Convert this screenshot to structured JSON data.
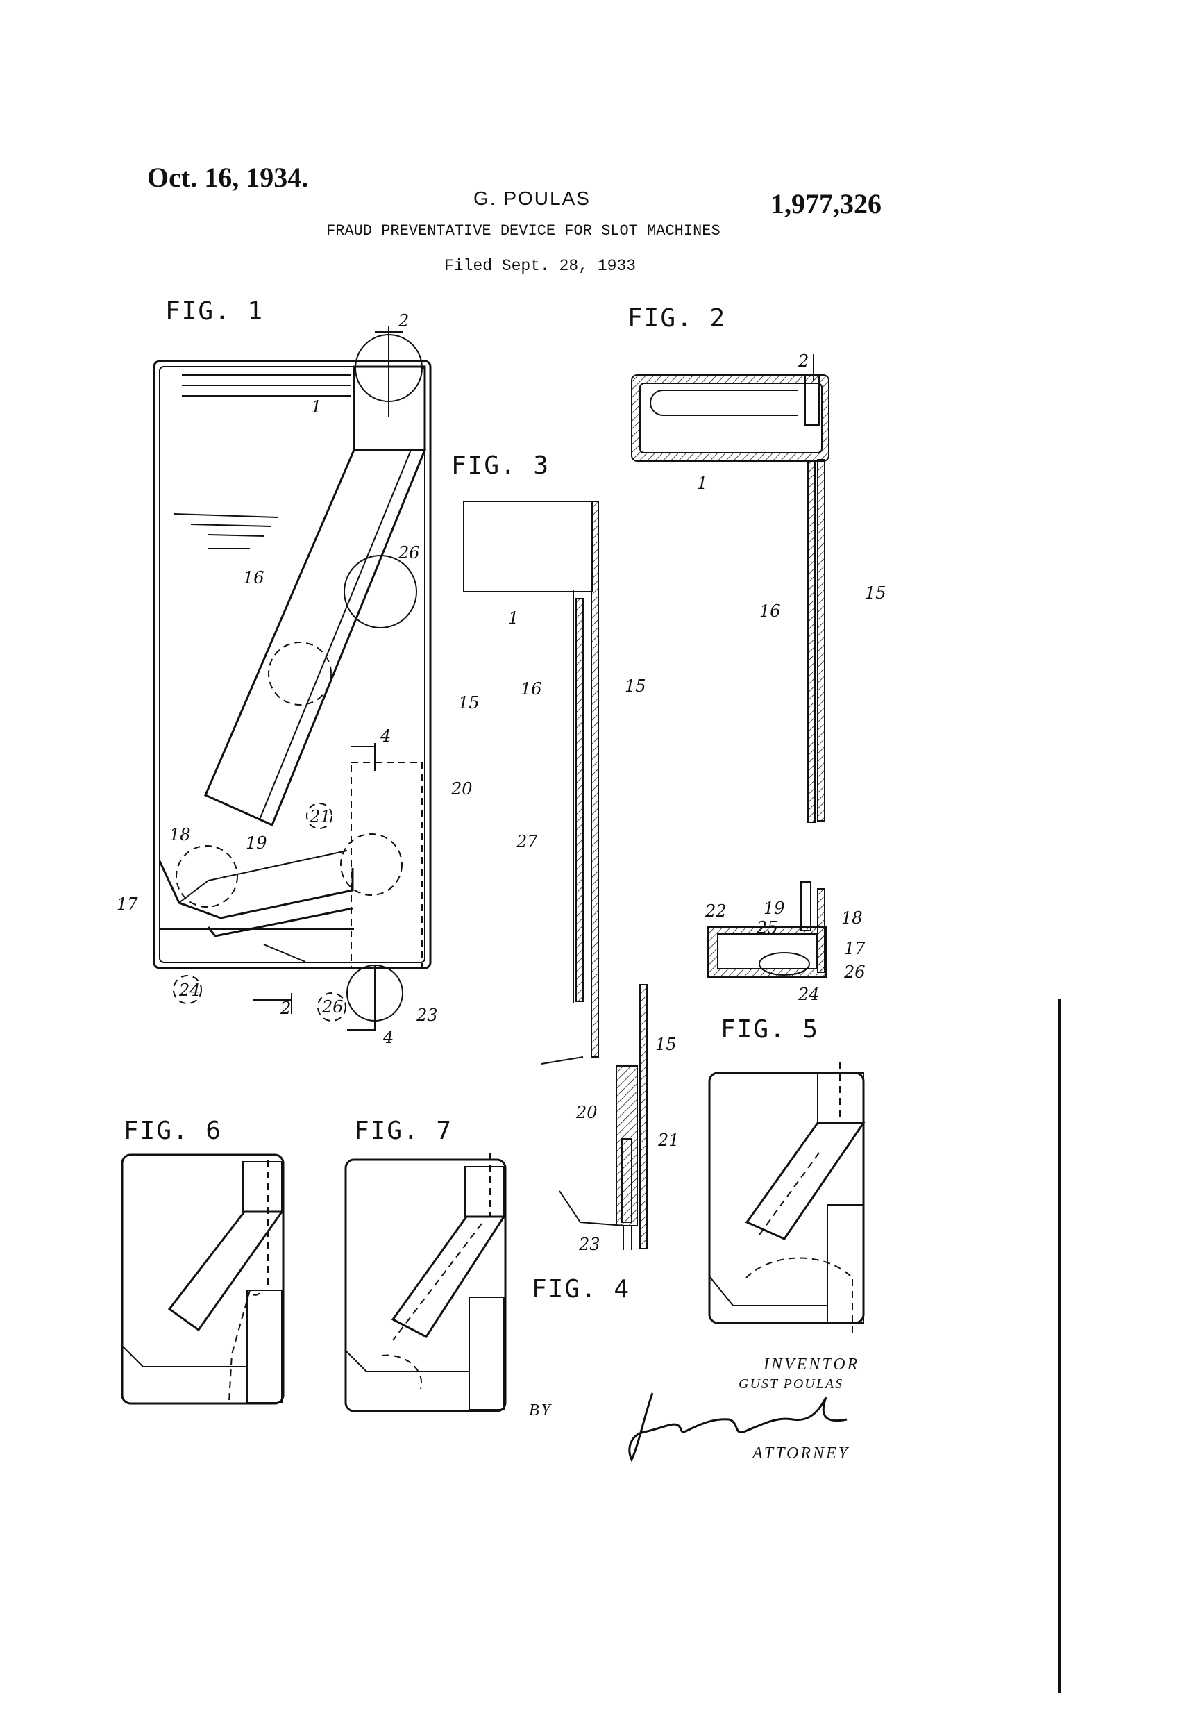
{
  "header": {
    "date": "Oct. 16, 1934.",
    "inventor": "G. POULAS",
    "patent_number": "1,977,326",
    "title": "FRAUD PREVENTATIVE DEVICE FOR SLOT MACHINES",
    "filed": "Filed Sept. 28, 1933"
  },
  "figures": {
    "fig1": "FIG. 1",
    "fig2": "FIG. 2",
    "fig3": "FIG. 3",
    "fig4": "FIG. 4",
    "fig5": "FIG. 5",
    "fig6": "FIG. 6",
    "fig7": "FIG. 7"
  },
  "reference_numerals": {
    "n1": "1",
    "n2": "2",
    "n4": "4",
    "n15": "15",
    "n16": "16",
    "n17": "17",
    "n18": "18",
    "n19": "19",
    "n20": "20",
    "n21": "21",
    "n22": "22",
    "n23": "23",
    "n24": "24",
    "n25": "25",
    "n26": "26",
    "n27": "27"
  },
  "footer": {
    "by": "BY",
    "inventor_label": "INVENTOR",
    "inventor_name": "GUST POULAS",
    "attorney_label": "ATTORNEY"
  }
}
